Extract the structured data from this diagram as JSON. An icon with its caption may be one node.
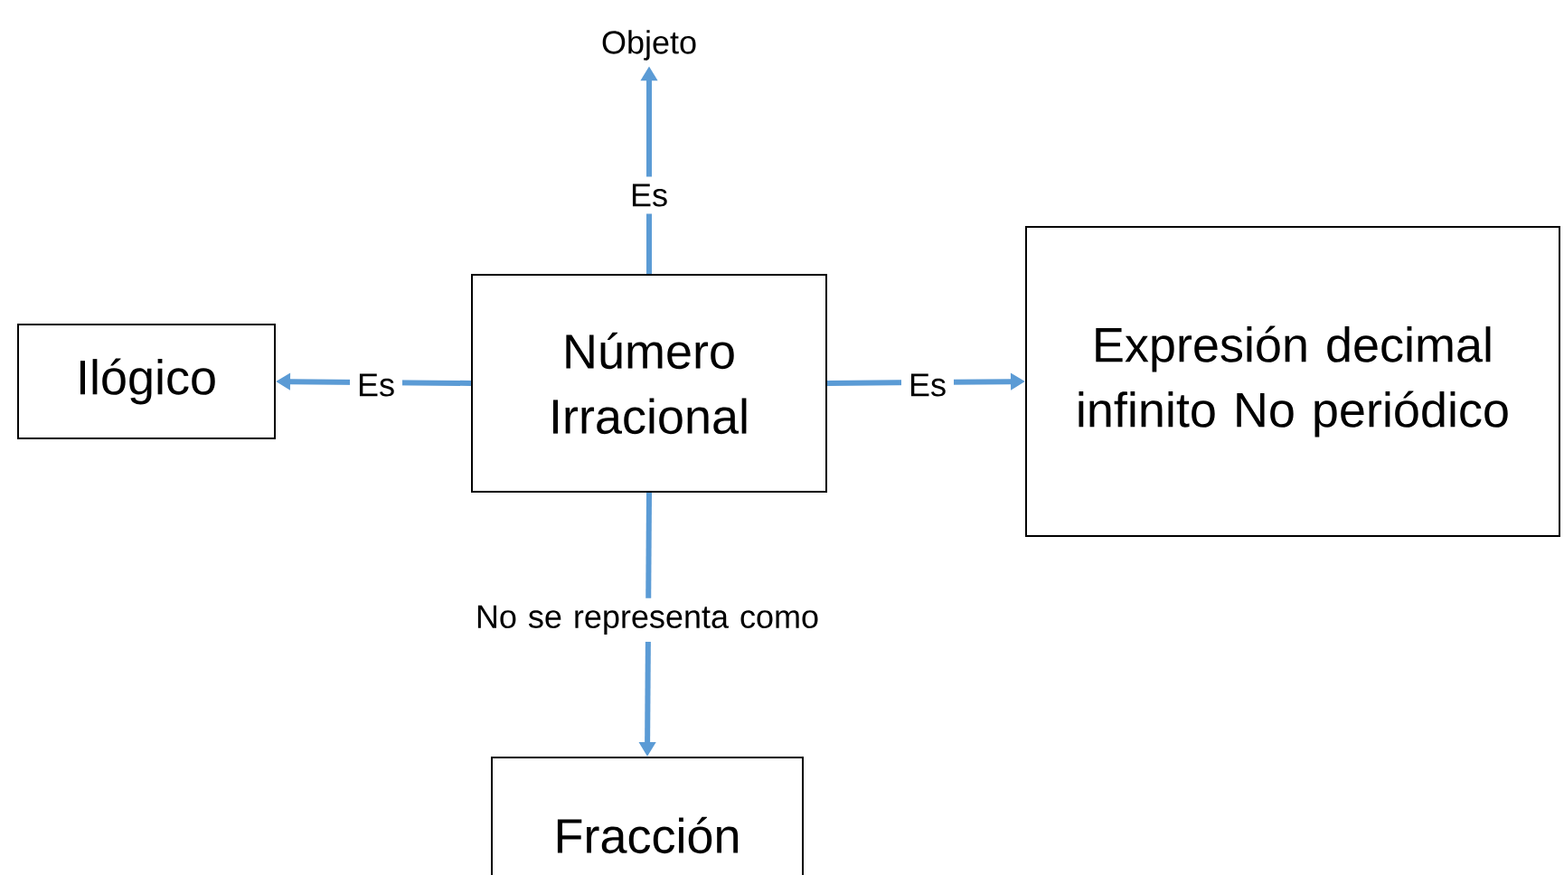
{
  "diagram": {
    "nodes": [
      {
        "text": [
          "Número Irracional"
        ]
      },
      {
        "text": [
          "Objeto"
        ]
      },
      {
        "text": [
          "Ilógico"
        ]
      },
      {
        "text": [
          "Expresión decimal infinito No periódico"
        ]
      },
      {
        "text": [
          "Fracción"
        ]
      }
    ],
    "edges": [
      {
        "from": 0,
        "to": 1,
        "arrow": "to",
        "label": "Es"
      },
      {
        "from": 0,
        "to": 2,
        "arrow": "to",
        "label": "Es"
      },
      {
        "from": 0,
        "to": 3,
        "arrow": "to",
        "label": "Es"
      },
      {
        "from": 0,
        "to": 4,
        "arrow": "to",
        "label": "No se representa como"
      }
    ]
  }
}
